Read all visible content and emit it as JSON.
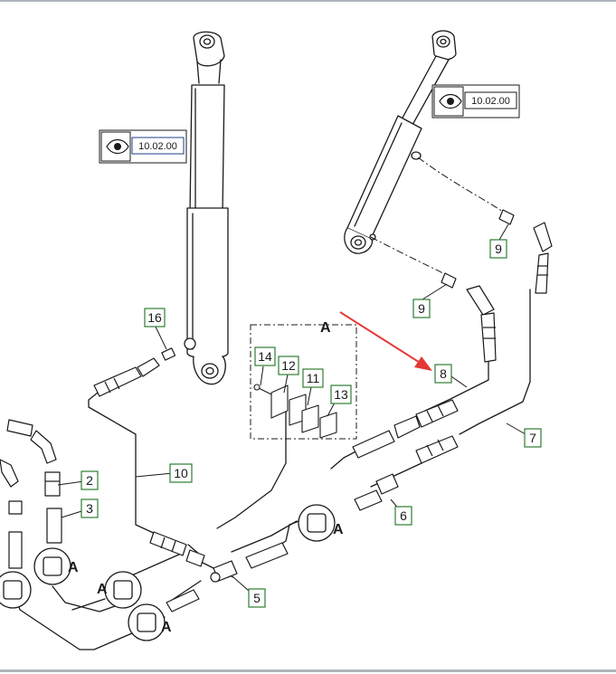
{
  "diagram": {
    "references": [
      {
        "id": "ref-left",
        "text": "10.02.00"
      },
      {
        "id": "ref-right",
        "text": "10.02.00"
      }
    ],
    "callouts": [
      "16",
      "14",
      "12",
      "11",
      "13",
      "10",
      "9",
      "9",
      "8",
      "7",
      "6",
      "5",
      "2",
      "3"
    ],
    "detail_marker": "A",
    "section_markers": [
      "A",
      "A",
      "A",
      "A"
    ]
  },
  "colors": {
    "callout_border": "#2e7d32",
    "arrow": "#e53935",
    "reference_border": "#1f3c88",
    "line": "#1a1a1a"
  }
}
